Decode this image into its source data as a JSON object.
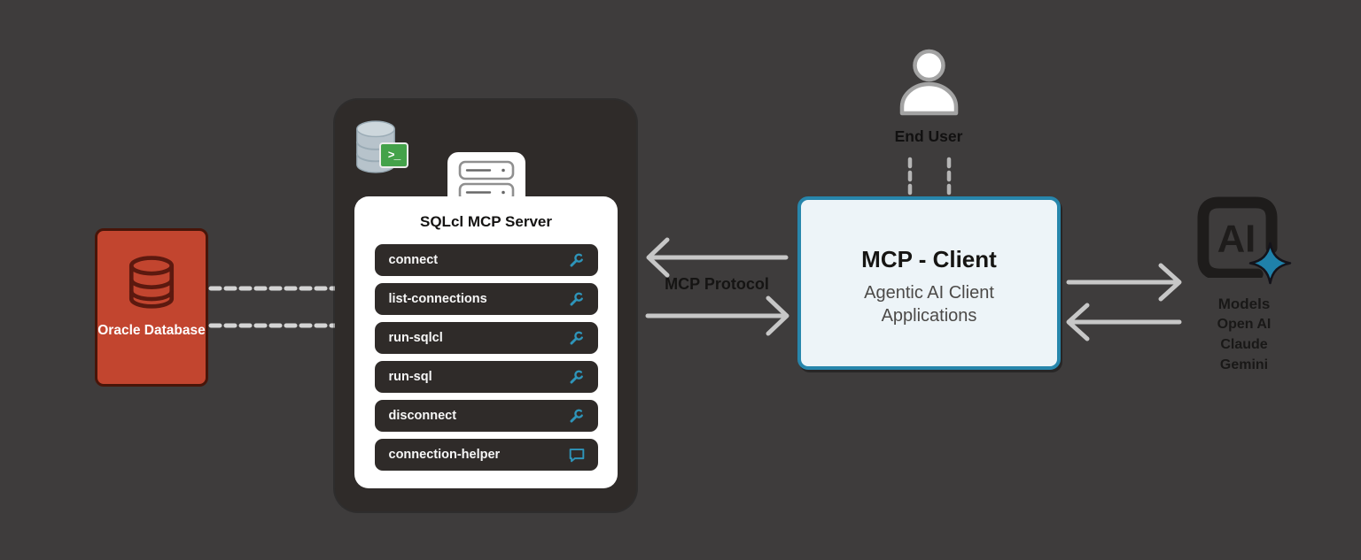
{
  "oracle_db": {
    "label": "Oracle Database"
  },
  "sqlcl_server": {
    "title": "SQLcl MCP Server",
    "tools": [
      {
        "label": "connect",
        "icon": "wrench-icon"
      },
      {
        "label": "list-connections",
        "icon": "wrench-icon"
      },
      {
        "label": "run-sqlcl",
        "icon": "wrench-icon"
      },
      {
        "label": "run-sql",
        "icon": "wrench-icon"
      },
      {
        "label": "disconnect",
        "icon": "wrench-icon"
      },
      {
        "label": "connection-helper",
        "icon": "chat-bubble-icon"
      }
    ],
    "terminal_badge_text": ">_"
  },
  "connections": {
    "protocol_label": "MCP Protocol"
  },
  "mcp_client": {
    "title": "MCP - Client",
    "subtitle_lines": [
      "Agentic AI Client",
      "Applications"
    ]
  },
  "end_user": {
    "label": "End User"
  },
  "ai_models": {
    "icon_text": "AI",
    "heading": "Models",
    "items": [
      "Open AI",
      "Claude",
      "Gemini"
    ]
  },
  "colors": {
    "background": "#3e3c3c",
    "panel_dark": "#2f2b29",
    "oracle_red": "#c2452f",
    "oracle_border": "#481509",
    "client_fill": "#edf4f8",
    "client_border": "#2786ac",
    "tool_icon_teal": "#2e95ba",
    "terminal_green": "#44a24a",
    "star_blue": "#1f81aa",
    "arrow_gray": "#c7c7c7"
  }
}
